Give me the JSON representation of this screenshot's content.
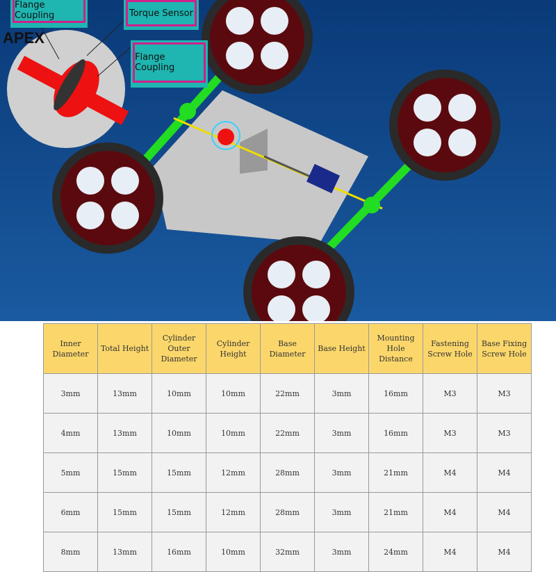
{
  "logo": "APEX",
  "labels": {
    "flange_coupling_top": "Flange Coupling",
    "torque_sensor": "Torque Sensor",
    "flange_coupling_right": "Flange Coupling"
  },
  "table": {
    "headers": [
      "Inner Diameter",
      "Total Height",
      "Cylinder Outer Diameter",
      "Cylinder Height",
      "Base Diameter",
      "Base Height",
      "Mounting Hole Distance",
      "Fastening Screw Hole",
      "Base Fixing Screw Hole"
    ],
    "rows": [
      [
        "3mm",
        "13mm",
        "10mm",
        "10mm",
        "22mm",
        "3mm",
        "16mm",
        "M3",
        "M3"
      ],
      [
        "4mm",
        "13mm",
        "10mm",
        "10mm",
        "22mm",
        "3mm",
        "16mm",
        "M3",
        "M3"
      ],
      [
        "5mm",
        "15mm",
        "15mm",
        "12mm",
        "28mm",
        "3mm",
        "21mm",
        "M4",
        "M4"
      ],
      [
        "6mm",
        "15mm",
        "15mm",
        "12mm",
        "28mm",
        "3mm",
        "21mm",
        "M4",
        "M4"
      ],
      [
        "8mm",
        "13mm",
        "16mm",
        "10mm",
        "32mm",
        "3mm",
        "24mm",
        "M4",
        "M4"
      ]
    ]
  }
}
